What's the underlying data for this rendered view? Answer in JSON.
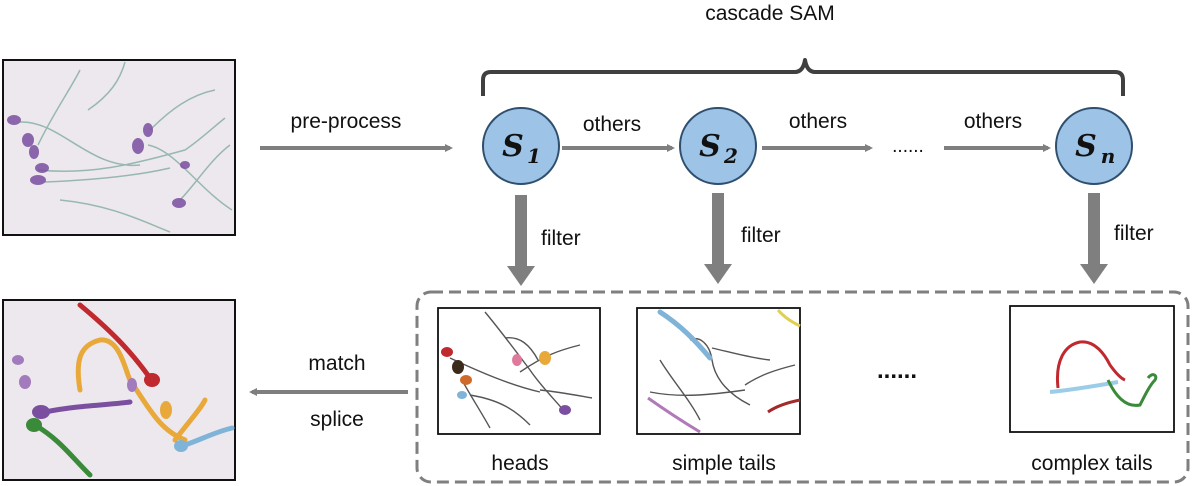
{
  "title": "cascade SAM",
  "nodes": [
    {
      "symbol": "S",
      "subscript": "1"
    },
    {
      "symbol": "S",
      "subscript": "2"
    },
    {
      "symbol": "S",
      "subscript": "n"
    }
  ],
  "edges": {
    "preprocess": "pre-process",
    "others": "others",
    "ellipsis": "......",
    "filter": "filter",
    "match": "match",
    "splice": "splice"
  },
  "panels": {
    "heads": "heads",
    "simple_tails": "simple tails",
    "complex_tails": "complex tails",
    "ellipsis": "......"
  },
  "colors": {
    "node_fill": "#9DC3E6",
    "node_stroke": "#2F4F6F",
    "arrow": "#7F7F7F",
    "brace": "#404040",
    "dash_box": "#7F7F7F",
    "head_purple": "#7B4FA0",
    "tail_green": "#7FA89A"
  }
}
